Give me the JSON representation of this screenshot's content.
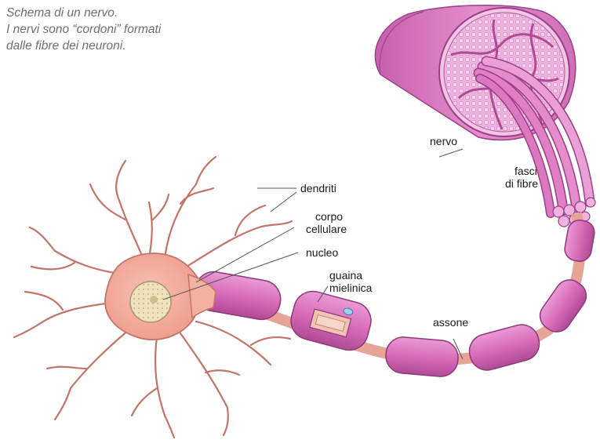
{
  "caption": {
    "line1": "Schema di un nervo.",
    "line2": "I nervi sono “cordoni” formati",
    "line3": "dalle fibre dei neuroni."
  },
  "labels": {
    "dendriti": "dendriti",
    "corpo_1": "corpo",
    "corpo_2": "cellulare",
    "nucleo": "nucleo",
    "guaina_1": "guaina",
    "guaina_2": "mielinica",
    "nervo": "nervo",
    "fasci_1": "fasci",
    "fasci_2": "di fibre",
    "assone": "assone"
  },
  "colors": {
    "myelin": "#d86cb8",
    "myelin_dark": "#b04a95",
    "nerve": "#de86c8",
    "neuron_body": "#f0a294",
    "neuron_stroke": "#c2746a",
    "nucleus": "#efe3bf",
    "axon_node": "#f2b5a6",
    "leader_line": "#555555"
  }
}
